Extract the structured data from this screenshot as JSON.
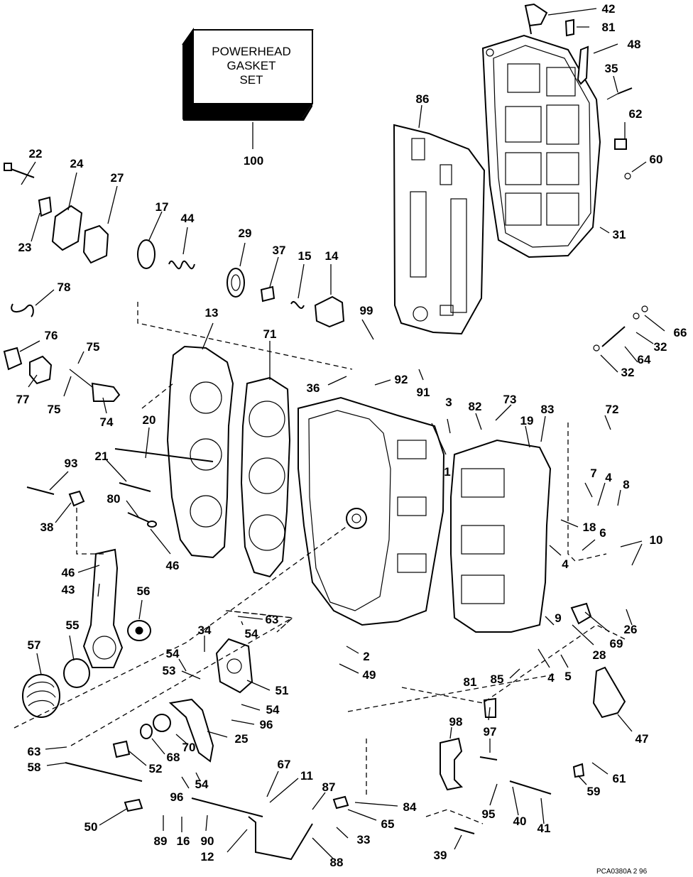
{
  "gasket_box": {
    "lines": [
      "POWERHEAD",
      "GASKET",
      "SET"
    ],
    "ref": "100"
  },
  "footer_code": "PCA0380A  2 96",
  "callouts": {
    "c1": "1",
    "c2": "2",
    "c3": "3",
    "c4a": "4",
    "c4b": "4",
    "c4c": "4",
    "c5": "5",
    "c6": "6",
    "c7": "7",
    "c8": "8",
    "c9": "9",
    "c10": "10",
    "c11": "11",
    "c12": "12",
    "c13": "13",
    "c14": "14",
    "c15": "15",
    "c16": "16",
    "c17": "17",
    "c18": "18",
    "c19": "19",
    "c20": "20",
    "c21": "21",
    "c22": "22",
    "c23": "23",
    "c24": "24",
    "c25": "25",
    "c26": "26",
    "c27": "27",
    "c28": "28",
    "c29": "29",
    "c31": "31",
    "c32a": "32",
    "c32b": "32",
    "c33": "33",
    "c34": "34",
    "c35": "35",
    "c36": "36",
    "c37": "37",
    "c38": "38",
    "c39": "39",
    "c40": "40",
    "c41": "41",
    "c42": "42",
    "c43": "43",
    "c44": "44",
    "c46a": "46",
    "c46b": "46",
    "c47": "47",
    "c48": "48",
    "c49": "49",
    "c50": "50",
    "c51": "51",
    "c52": "52",
    "c53": "53",
    "c54a": "54",
    "c54b": "54",
    "c54c": "54",
    "c54d": "54",
    "c55": "55",
    "c56": "56",
    "c57": "57",
    "c58": "58",
    "c59": "59",
    "c60": "60",
    "c61": "61",
    "c62": "62",
    "c63a": "63",
    "c63b": "63",
    "c64": "64",
    "c65": "65",
    "c66": "66",
    "c67": "67",
    "c68": "68",
    "c69": "69",
    "c70": "70",
    "c71": "71",
    "c72": "72",
    "c73": "73",
    "c74": "74",
    "c75a": "75",
    "c75b": "75",
    "c76": "76",
    "c77": "77",
    "c78": "78",
    "c80": "80",
    "c81a": "81",
    "c81b": "81",
    "c82": "82",
    "c83": "83",
    "c84": "84",
    "c85": "85",
    "c86": "86",
    "c87": "87",
    "c88": "88",
    "c89": "89",
    "c90": "90",
    "c91": "91",
    "c92": "92",
    "c93": "93",
    "c95": "95",
    "c96a": "96",
    "c96b": "96",
    "c97": "97",
    "c98": "98",
    "c99": "99"
  }
}
